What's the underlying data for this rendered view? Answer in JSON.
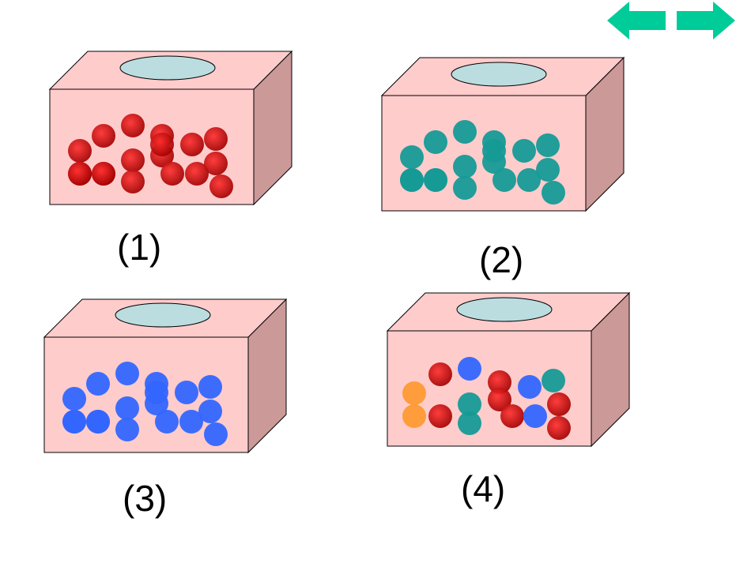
{
  "colors": {
    "box_front": "#ffcccc",
    "box_top": "#ffcccc",
    "box_side": "#cc9999",
    "box_stroke": "#000000",
    "opening": "#bbdde0",
    "nav_arrow": "#00cc99",
    "particle_red": "#cc0000",
    "particle_teal": "#169a96",
    "particle_blue": "#3366ff",
    "particle_orange": "#ff9933"
  },
  "nav": {
    "back_icon": "left-arrow-icon",
    "forward_icon": "right-arrow-icon"
  },
  "containers": [
    {
      "label": "(1)",
      "particles": [
        "red",
        "red",
        "red",
        "red",
        "red",
        "red",
        "red",
        "red",
        "red",
        "red",
        "red",
        "red",
        "red",
        "red",
        "red",
        "red",
        "red",
        "red"
      ]
    },
    {
      "label": "(2)",
      "particles": [
        "teal",
        "teal",
        "teal",
        "teal",
        "teal",
        "teal",
        "teal",
        "teal",
        "teal",
        "teal",
        "teal",
        "teal",
        "teal",
        "teal",
        "teal",
        "teal",
        "teal",
        "teal"
      ]
    },
    {
      "label": "(3)",
      "particles": [
        "blue",
        "blue",
        "blue",
        "blue",
        "blue",
        "blue",
        "blue",
        "blue",
        "blue",
        "blue",
        "blue",
        "blue",
        "blue",
        "blue",
        "blue",
        "blue",
        "blue",
        "blue"
      ]
    },
    {
      "label": "(4)",
      "particles": [
        "orange",
        "orange",
        "red",
        "red",
        "blue",
        "teal",
        "teal",
        "red",
        "red",
        "red",
        "blue",
        "teal",
        "blue",
        "red",
        "red"
      ]
    }
  ]
}
